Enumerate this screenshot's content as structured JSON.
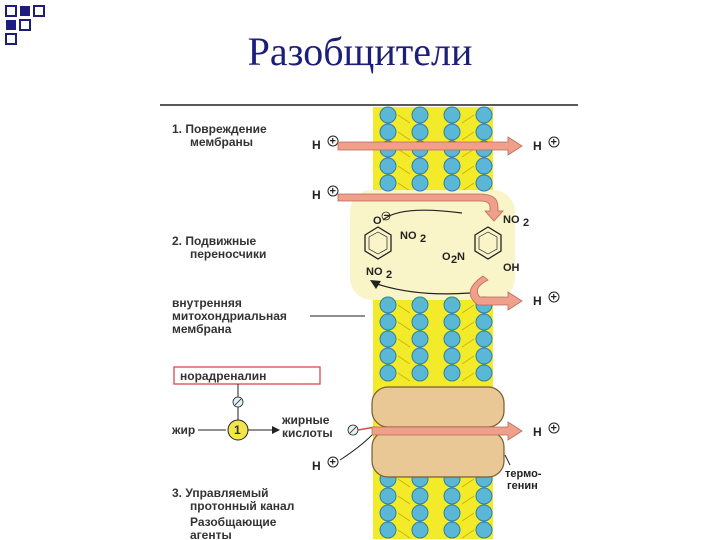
{
  "slide": {
    "title": "Разобщители"
  },
  "diagram": {
    "h_ion": "H",
    "plus": "+",
    "minus": "−",
    "label_1_line1": "1. Повреждение",
    "label_1_line2": "мембраны",
    "label_2_line1": "2. Подвижные",
    "label_2_line2": "переносчики",
    "membrane_line1": "внутренняя",
    "membrane_line2": "митохондриальная",
    "membrane_line3": "мембрана",
    "noradrenaline": "норадреналин",
    "fat": "жир",
    "step_number": "1",
    "fatty_line1": "жирные",
    "fatty_line2": "кислоты",
    "thermogenin_line1": "термо-",
    "thermogenin_line2": "генин",
    "label_3_line1": "3. Управляемый",
    "label_3_line2": "протонный канал",
    "uncoupling_line1": "Разобщающие",
    "uncoupling_line2": "агенты",
    "no2": "NO",
    "o2n": "O",
    "n": "N",
    "oh": "OH",
    "o": "O",
    "sub2": "2"
  },
  "colors": {
    "title": "#1d1d7a",
    "deco_square": "#1d1d7a",
    "lipid_head": "#5ab7d6",
    "lipid_tail": "#f3ea2a",
    "carrier_area": "#faf5c8",
    "arrow": "#ef9f8a",
    "protein": "#e9c896",
    "noradrenaline_border": "#d64a4a",
    "step_circle": "#f4e64a"
  }
}
